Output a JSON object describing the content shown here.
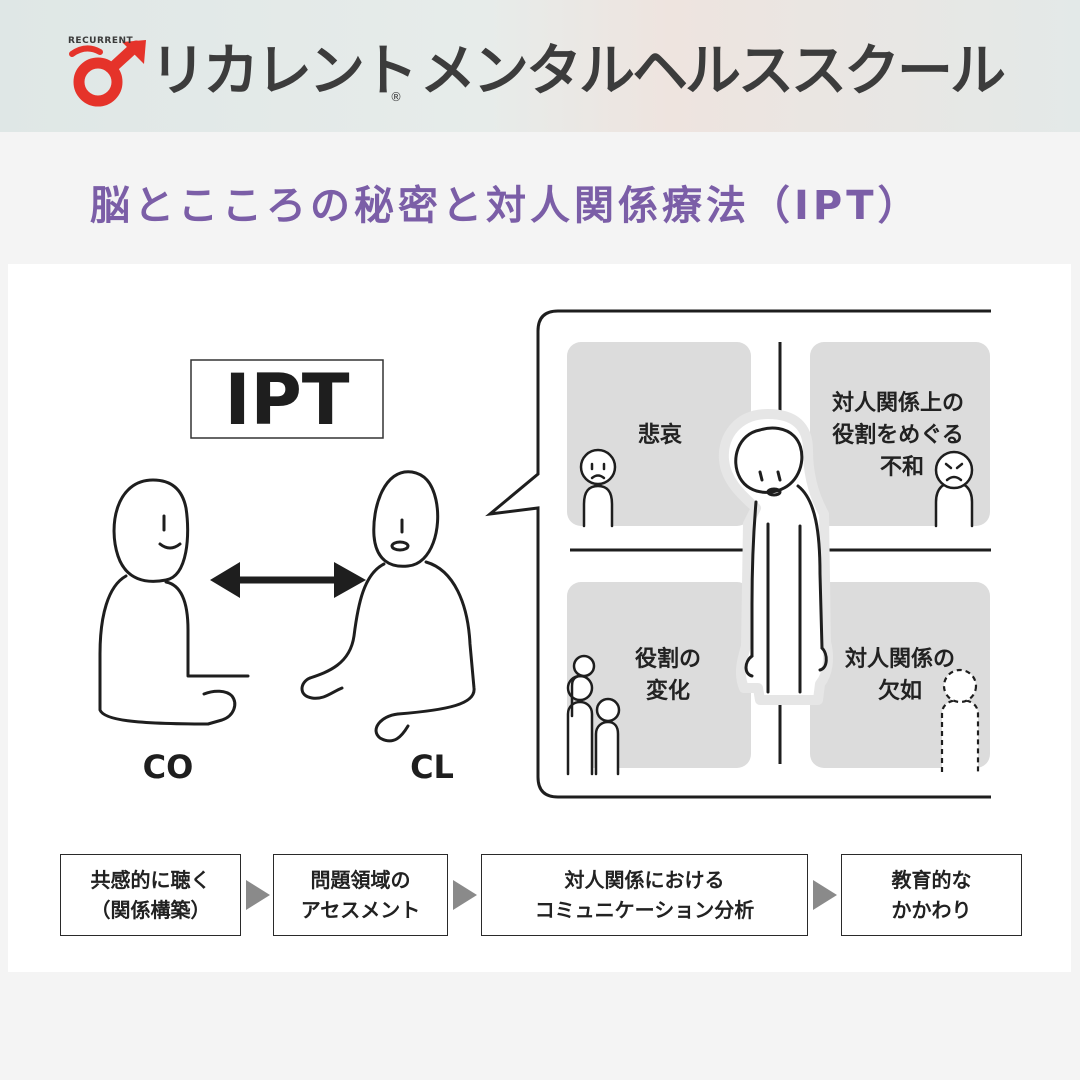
{
  "header": {
    "brand_small": "RECURRENT",
    "brand_name": "リカレント",
    "registered_mark": "®",
    "school_name": "メンタルヘルススクール"
  },
  "title": "脳とこころの秘密と対人関係療法（IPT）",
  "diagram": {
    "ipt_label": "IPT",
    "counselor_label": "CO",
    "client_label": "CL",
    "quadrants": [
      {
        "id": "grief",
        "lines": [
          "悲哀"
        ]
      },
      {
        "id": "role-dispute",
        "lines": [
          "対人関係上の",
          "役割をめぐる",
          "不和"
        ]
      },
      {
        "id": "role-transition",
        "lines": [
          "役割の",
          "変化"
        ]
      },
      {
        "id": "deficits",
        "lines": [
          "対人関係の",
          "欠如"
        ]
      }
    ]
  },
  "steps": [
    {
      "lines": [
        "共感的に聴く",
        "（関係構築）"
      ]
    },
    {
      "lines": [
        "問題領域の",
        "アセスメント"
      ]
    },
    {
      "lines": [
        "対人関係における",
        "コミュニケーション分析"
      ]
    },
    {
      "lines": [
        "教育的な",
        "かかわり"
      ]
    }
  ],
  "colors": {
    "title": "#7b5ea7",
    "logo_red": "#e5332a",
    "quadrant_fill": "#dcdcdc",
    "step_arrow": "#8a8a8a"
  }
}
